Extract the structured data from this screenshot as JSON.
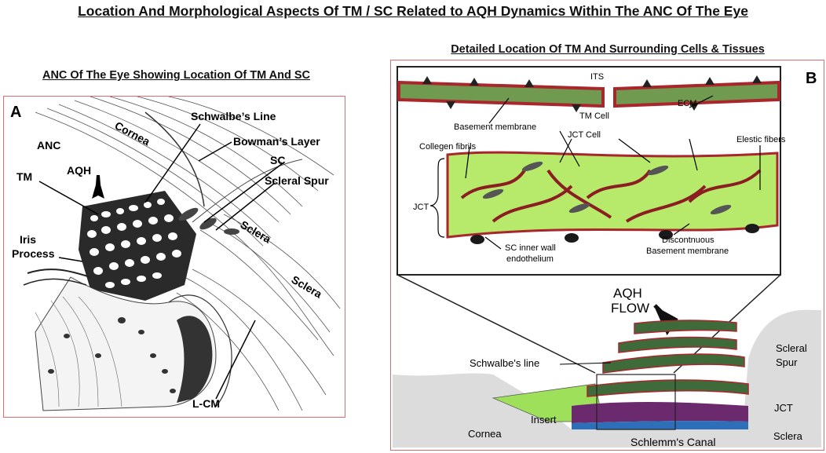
{
  "title": "Location And Morphological Aspects Of TM / SC Related to AQH Dynamics Within The ANC Of The Eye",
  "panel_a": {
    "heading": "ANC Of The Eye Showing Location Of TM And SC",
    "letter": "A",
    "labels": {
      "cornea": "Cornea",
      "anc": "ANC",
      "tm": "TM",
      "aqh": "AQH",
      "schwalbes_line": "Schwalbe’s Line",
      "bowmans_layer": "Bowman’s Layer",
      "sc": "SC",
      "scleral_spur": "Scleral Spur",
      "sclera_1": "Sclera",
      "sclera_2": "Sclera",
      "iris_process_1": "Iris",
      "iris_process_2": "Process",
      "lcm": "L-CM"
    }
  },
  "panel_b": {
    "heading": "Detailed Location Of TM And Surrounding Cells & Tissues",
    "letter": "B",
    "labels": {
      "its": "ITS",
      "tm_cell": "TM Cell",
      "ecm": "ECM",
      "basement_membrane": "Basement membrane",
      "collegen_fibrils": "Collegen fibrils",
      "jct_cell": "JCT  Cell",
      "elestic_fibers": "Elestic fibers",
      "jct": "JCT",
      "sc_inner_wall_1": "SC inner wall",
      "sc_inner_wall_2": "endothelium",
      "discont_1": "Discontnuous",
      "discont_2": "Basement  membrane",
      "aqh_flow_1": "AQH",
      "aqh_flow_2": "FLOW",
      "schwalbes_line": "Schwalbe's line",
      "scleral_spur_1": "Scleral",
      "scleral_spur_2": "Spur",
      "jct_lower": "JCT",
      "insert": "Insert",
      "cornea": "Cornea",
      "schlemms_canal": "Schlemm's Canal",
      "sclera": "Sclera"
    }
  },
  "colors": {
    "border": "#e06d6d",
    "tissue_green": "#9be04a",
    "membrane_red": "#a8262c",
    "tm_dark_green": "#3f6b3a",
    "sc_blue": "#2d6fb8"
  }
}
